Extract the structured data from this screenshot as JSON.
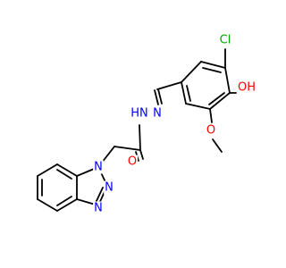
{
  "molecule": {
    "labels": {
      "chlorine": "Cl",
      "hydroxyl": "OH",
      "methoxy_oxygen": "O",
      "carbonyl_oxygen": "O",
      "nh": "HN",
      "imine_n": "N",
      "triazole_n1": "N",
      "triazole_n2": "N",
      "triazole_n3": "N"
    },
    "colors": {
      "bond": "#000000",
      "nitrogen": "#0000ff",
      "oxygen": "#ff0000",
      "chlorine": "#00aa00"
    }
  }
}
